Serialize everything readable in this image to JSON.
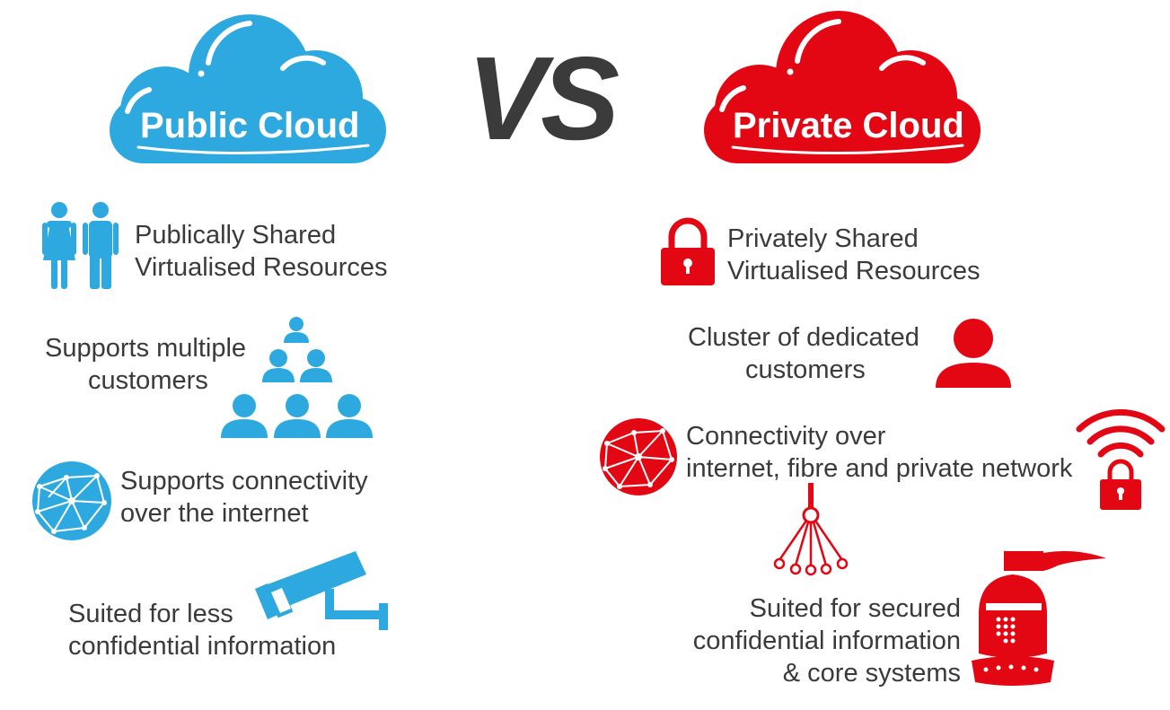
{
  "colors": {
    "public": "#2ea9df",
    "private": "#e30613",
    "vs": "#3b3b3b",
    "text": "#3a3a3a"
  },
  "vs_label": "VS",
  "public": {
    "title": "Public Cloud",
    "items": [
      {
        "icon": "people-icon",
        "lines": [
          "Publically Shared",
          "Virtualised Resources"
        ]
      },
      {
        "icon": "user-pyramid-icon",
        "lines": [
          "Supports multiple",
          "customers"
        ]
      },
      {
        "icon": "globe-network-icon",
        "lines": [
          "Supports connectivity",
          "over the internet"
        ]
      },
      {
        "icon": "security-camera-icon",
        "lines": [
          "Suited for less",
          "confidential information"
        ]
      }
    ]
  },
  "private": {
    "title": "Private Cloud",
    "items": [
      {
        "icon": "padlock-icon",
        "lines": [
          "Privately Shared",
          "Virtualised Resources"
        ]
      },
      {
        "icon": "person-icon",
        "lines": [
          "Cluster of dedicated",
          "customers"
        ]
      },
      {
        "icon": "globe-network-icon",
        "lines": [
          "Connectivity over",
          "internet, fibre and private network"
        ]
      },
      {
        "icon": "knight-helmet-icon",
        "lines": [
          "Suited for secured",
          "confidential information",
          "& core systems"
        ]
      }
    ]
  }
}
